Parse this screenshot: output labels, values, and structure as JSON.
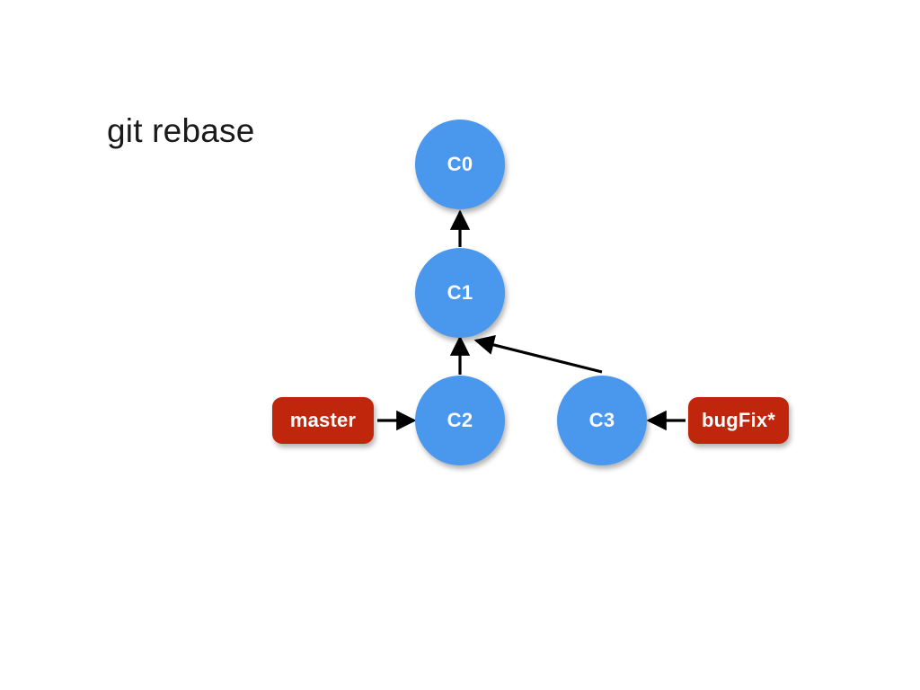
{
  "diagram": {
    "title": "git rebase",
    "background_color": "#ffffff",
    "commit_color": "#4a97ee",
    "branch_color": "#c0260c",
    "arrow_color": "#000000",
    "text_color": "#ffffff"
  },
  "commits": [
    {
      "id": "C0",
      "label": "C0"
    },
    {
      "id": "C1",
      "label": "C1"
    },
    {
      "id": "C2",
      "label": "C2"
    },
    {
      "id": "C3",
      "label": "C3"
    }
  ],
  "branches": [
    {
      "id": "master",
      "label": "master",
      "points_to": "C2"
    },
    {
      "id": "bugFix",
      "label": "bugFix*",
      "points_to": "C3",
      "checked_out": true
    }
  ],
  "edges": [
    {
      "from": "C1",
      "to": "C0",
      "kind": "parent-pointer"
    },
    {
      "from": "C2",
      "to": "C1",
      "kind": "parent-pointer"
    },
    {
      "from": "C3",
      "to": "C1",
      "kind": "parent-pointer"
    },
    {
      "from": "master",
      "to": "C2",
      "kind": "branch-pointer"
    },
    {
      "from": "bugFix",
      "to": "C3",
      "kind": "branch-pointer"
    }
  ]
}
